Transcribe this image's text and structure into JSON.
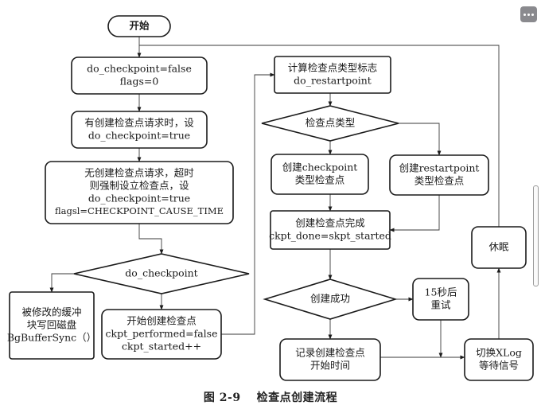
{
  "diagram": {
    "type": "flowchart",
    "nodes": [
      {
        "id": "start",
        "shape": "terminator",
        "lines": [
          "开始"
        ],
        "bold": true
      },
      {
        "id": "init",
        "shape": "rounded",
        "lines": [
          "do_checkpoint=false",
          "flags=0"
        ]
      },
      {
        "id": "request",
        "shape": "rounded",
        "lines": [
          "有创建检查点请求时，设",
          "do_checkpoint=true"
        ]
      },
      {
        "id": "timeout",
        "shape": "rounded",
        "lines": [
          "无创建检查点请求，超时",
          "则强制设立检查点，设",
          "do_checkpoint=true",
          "flagsl=CHECKPOINT_CAUSE_TIME"
        ]
      },
      {
        "id": "decide_checkpoint",
        "shape": "diamond",
        "lines": [
          "do_checkpoint"
        ]
      },
      {
        "id": "bgwrite",
        "shape": "rect",
        "lines": [
          "被修改的缓冲",
          "块写回磁盘",
          "BgBufferSync（）"
        ]
      },
      {
        "id": "begin",
        "shape": "rounded",
        "lines": [
          "开始创建检查点",
          "ckpt_performed=false",
          "ckpt_started++"
        ]
      },
      {
        "id": "calc_type",
        "shape": "rect",
        "lines": [
          "计算检查点类型标志",
          "do_restartpoint"
        ]
      },
      {
        "id": "decide_type",
        "shape": "diamond",
        "lines": [
          "检查点类型"
        ]
      },
      {
        "id": "create_cp",
        "shape": "rounded",
        "lines": [
          "创建checkpoint",
          "类型检查点"
        ]
      },
      {
        "id": "create_rp",
        "shape": "rounded",
        "lines": [
          "创建restartpoint",
          "类型检查点"
        ]
      },
      {
        "id": "done",
        "shape": "rect",
        "lines": [
          "创建检查点完成",
          "ckpt_done=skpt_started"
        ]
      },
      {
        "id": "decide_success",
        "shape": "diamond",
        "lines": [
          "创建成功"
        ]
      },
      {
        "id": "retry",
        "shape": "rounded",
        "lines": [
          "15秒后",
          "重试"
        ]
      },
      {
        "id": "record",
        "shape": "rounded",
        "lines": [
          "记录创建检查点",
          "开始时间"
        ]
      },
      {
        "id": "switch_xlog",
        "shape": "rounded",
        "lines": [
          "切换XLog",
          "等待信号"
        ]
      },
      {
        "id": "sleep",
        "shape": "rounded",
        "lines": [
          "休眠"
        ]
      }
    ],
    "edges": [
      {
        "from": "start",
        "to": "init"
      },
      {
        "from": "init",
        "to": "request"
      },
      {
        "from": "request",
        "to": "timeout"
      },
      {
        "from": "timeout",
        "to": "decide_checkpoint"
      },
      {
        "from": "decide_checkpoint",
        "to": "bgwrite",
        "branch": "left"
      },
      {
        "from": "decide_checkpoint",
        "to": "begin",
        "branch": "down"
      },
      {
        "from": "begin",
        "to": "calc_type"
      },
      {
        "from": "calc_type",
        "to": "decide_type"
      },
      {
        "from": "decide_type",
        "to": "create_cp",
        "branch": "down"
      },
      {
        "from": "decide_type",
        "to": "create_rp",
        "branch": "right"
      },
      {
        "from": "create_cp",
        "to": "done"
      },
      {
        "from": "create_rp",
        "to": "done"
      },
      {
        "from": "done",
        "to": "decide_success"
      },
      {
        "from": "decide_success",
        "to": "retry",
        "branch": "right"
      },
      {
        "from": "decide_success",
        "to": "record",
        "branch": "down"
      },
      {
        "from": "retry",
        "to": "switch_xlog"
      },
      {
        "from": "record",
        "to": "switch_xlog"
      },
      {
        "from": "switch_xlog",
        "to": "sleep"
      },
      {
        "from": "sleep",
        "to": "init",
        "note": "loop back"
      }
    ]
  },
  "caption": {
    "figure_number": "图 2-9",
    "title": "检查点创建流程"
  },
  "ui": {
    "more_button_icon": "more-horizontal-icon",
    "scrollbar": "vertical-scrollbar"
  }
}
